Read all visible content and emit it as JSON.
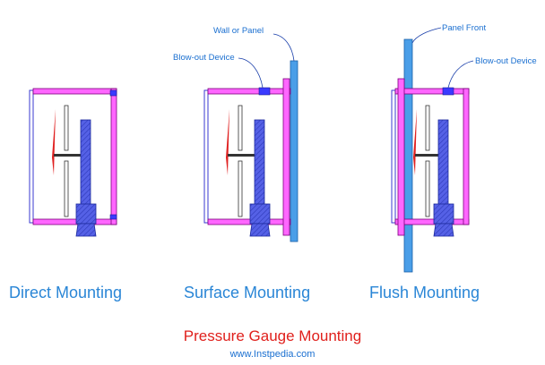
{
  "figure": {
    "title": "Pressure Gauge Mounting",
    "website": "www.Instpedia.com",
    "colors": {
      "housing": "#ff66ff",
      "housing_stroke": "#7a007a",
      "bourdon": "#4b57e0",
      "bourdon_stroke": "#1c2a9c",
      "pointer": "#e02020",
      "panel": "#4a9ee8",
      "panel_stroke": "#1a5fa8",
      "blowout": "#3a3aff",
      "caption": "#2a86d6",
      "title": "#e0201c"
    },
    "panels": [
      {
        "id": "direct",
        "caption": "Direct Mounting",
        "annotations": []
      },
      {
        "id": "surface",
        "caption": "Surface Mounting",
        "annotations": [
          {
            "text": "Wall or Panel"
          },
          {
            "text": "Blow-out Device"
          }
        ]
      },
      {
        "id": "flush",
        "caption": "Flush Mounting",
        "annotations": [
          {
            "text": "Panel Front"
          },
          {
            "text": "Blow-out Device"
          }
        ]
      }
    ]
  }
}
